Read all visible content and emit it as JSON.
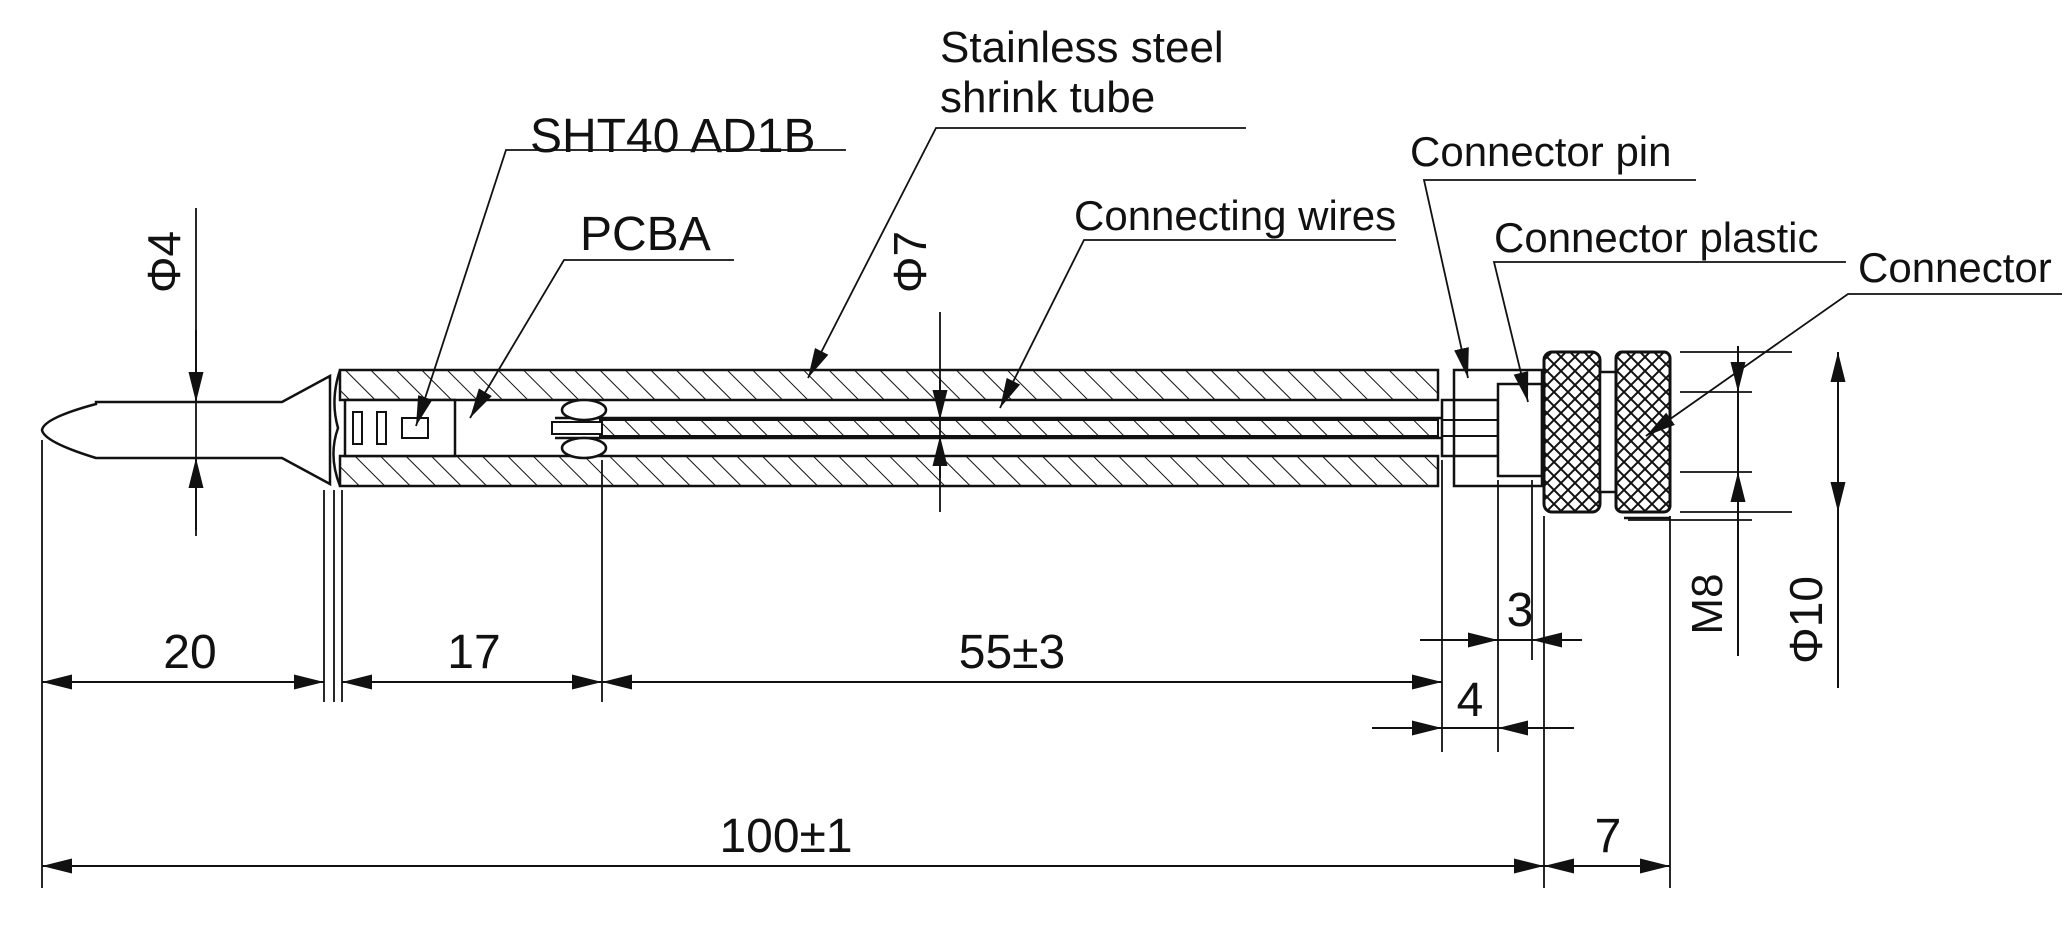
{
  "labels": {
    "sensor": "SHT40  AD1B",
    "pcba": "PCBA",
    "tube_line1": "Stainless steel",
    "tube_line2": "shrink tube",
    "wires": "Connecting wires",
    "pin": "Connector pin",
    "plastic": "Connector plastic",
    "connector": "Connector"
  },
  "dimensions": {
    "tip_dia": "Φ4",
    "tube_dia": "Φ7",
    "len_tip": "20",
    "len_pcba": "17",
    "len_wires": "55±3",
    "len_plastic": "3",
    "len_pin": "4",
    "len_total": "100±1",
    "len_connector": "7",
    "thread": "M8",
    "connector_dia": "Φ10"
  }
}
